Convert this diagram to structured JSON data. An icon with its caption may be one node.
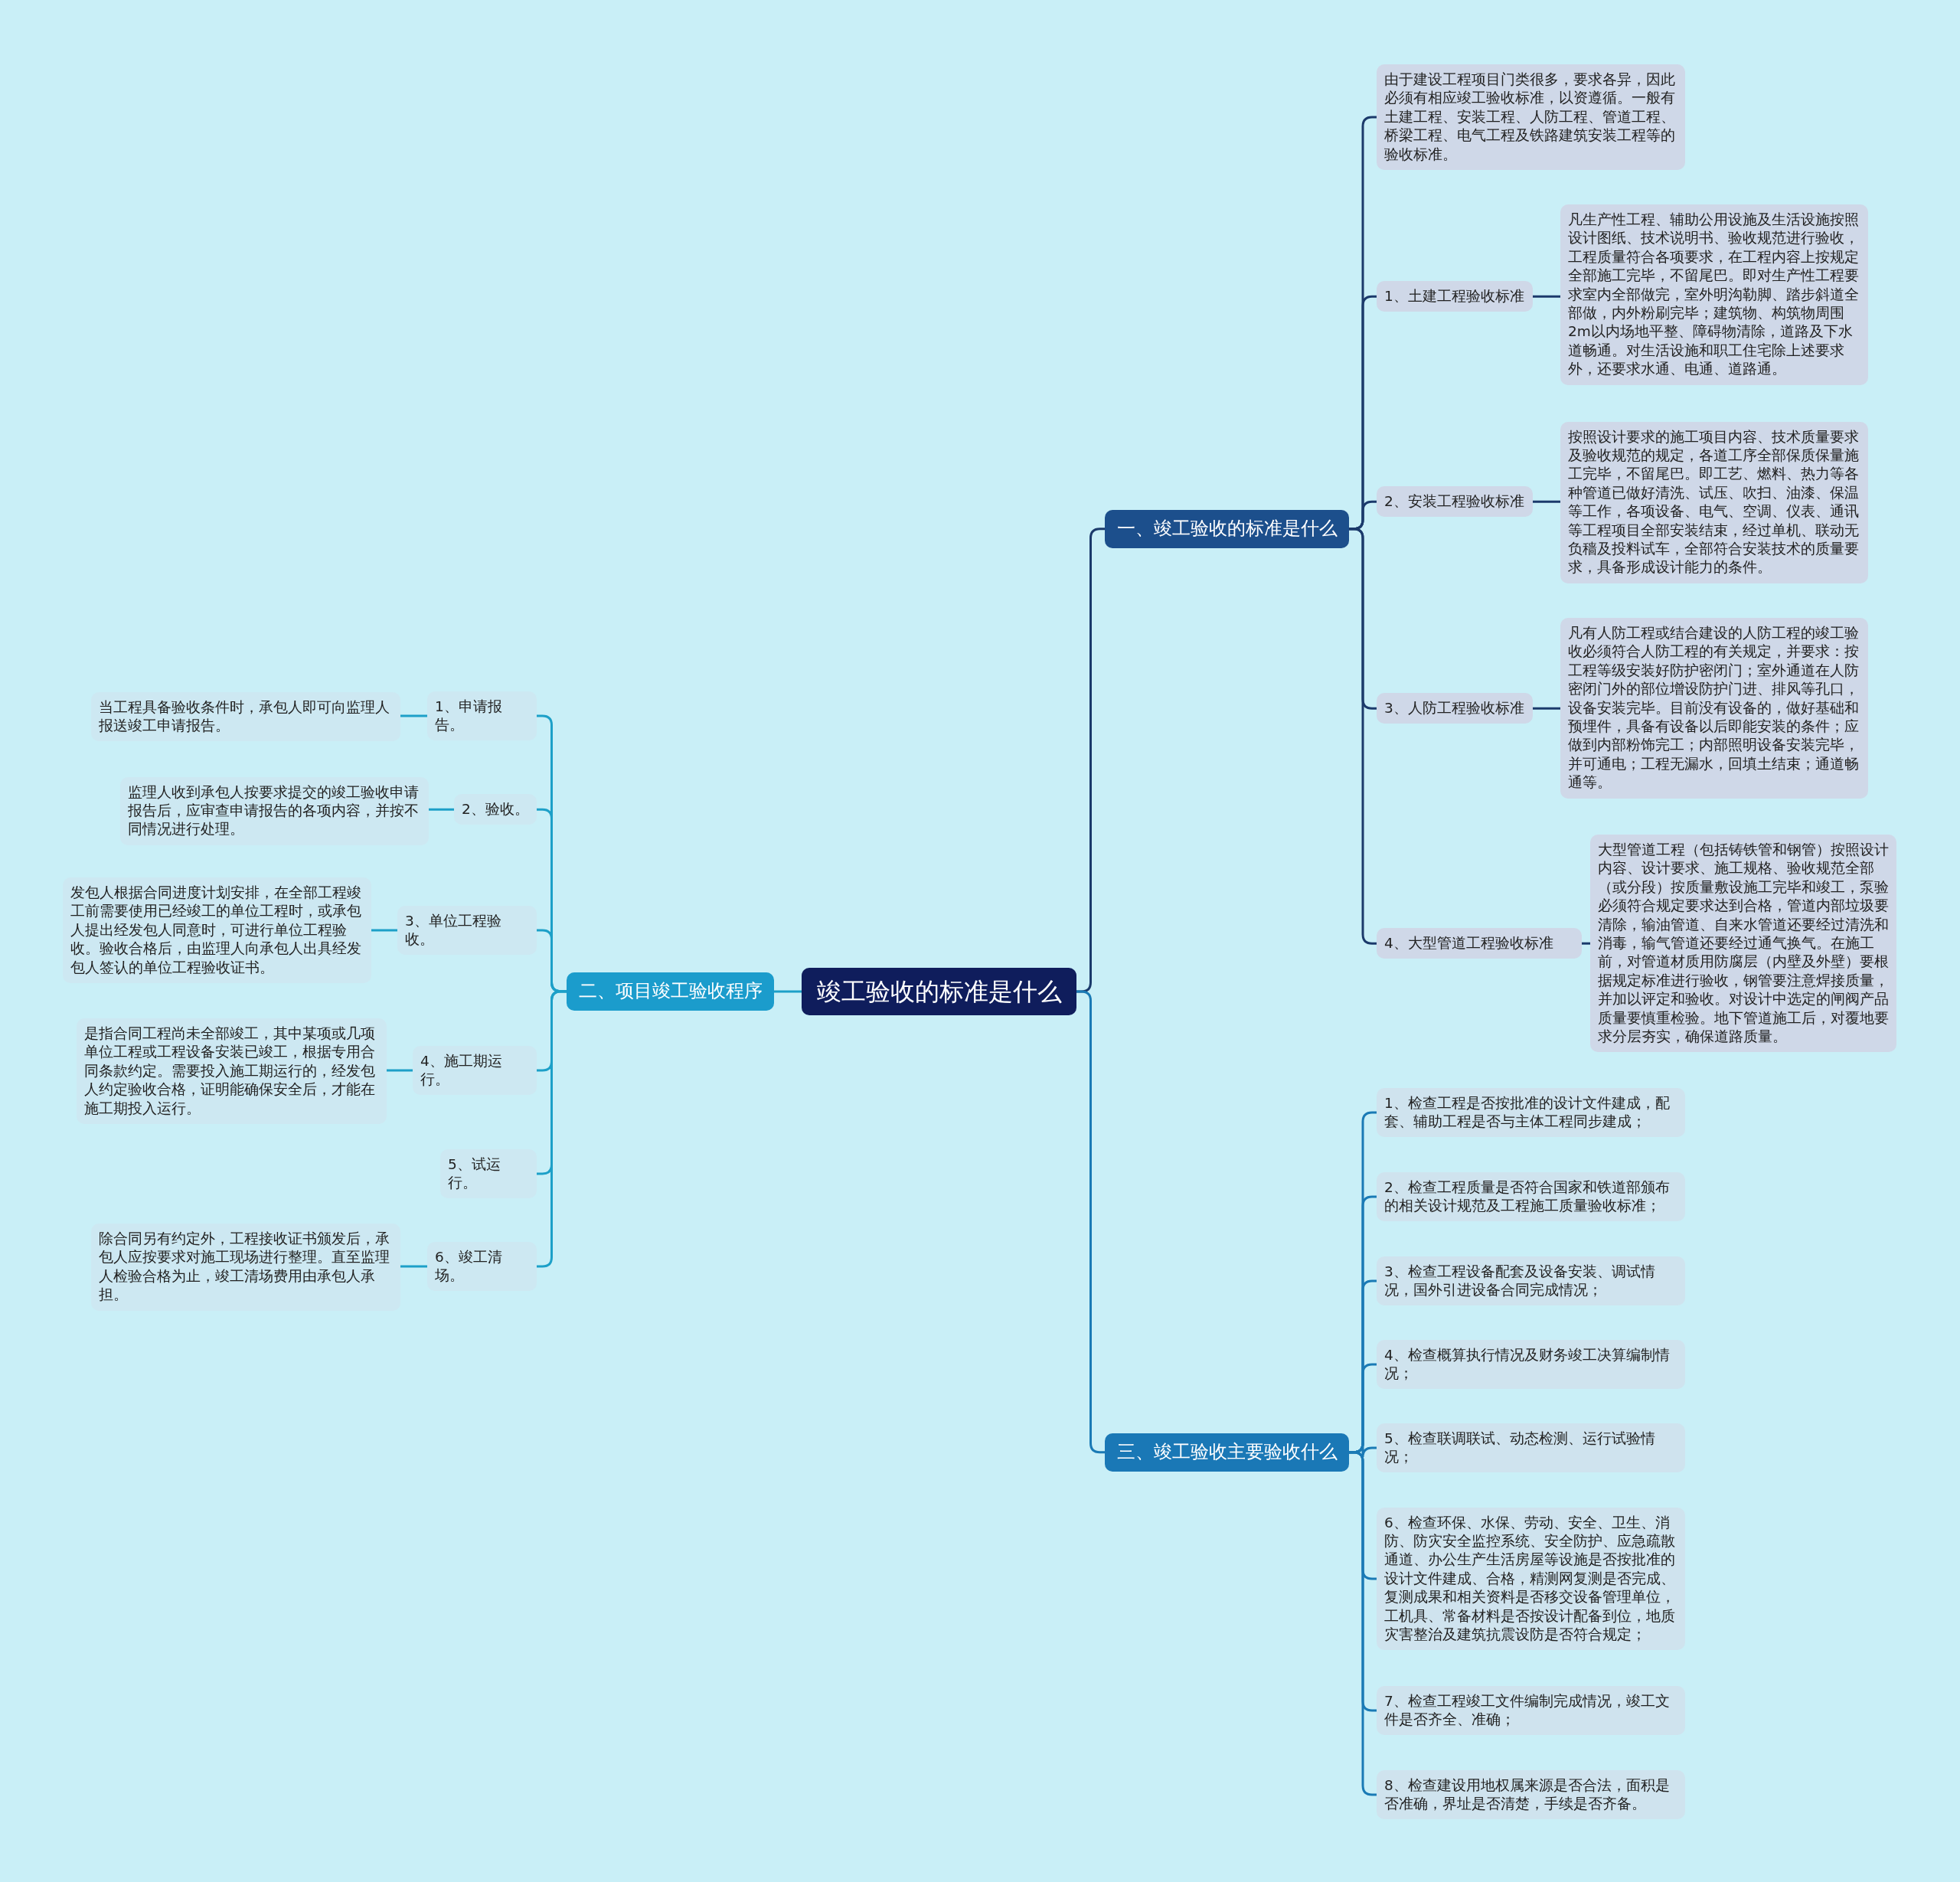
{
  "diagram": {
    "nodes": [
      {
        "text": [
          "竣工验收的标准是什么"
        ]
      },
      {
        "text": [
          "一、竣工验收的标准是什么"
        ]
      },
      {
        "text": [
          "由于建设工程项目门类很多，要求各异，因此必须有相应竣工验收标准，以资遵循。一般有土建工程、安装工程、人防工程、管道工程、桥梁工程、电气工程及铁路建筑安装工程等的验收标准。"
        ]
      },
      {
        "text": [
          "1、土建工程验收标准"
        ]
      },
      {
        "text": [
          "凡生产性工程、辅助公用设施及生活设施按照设计图纸、技术说明书、验收规范进行验收，工程质量符合各项要求，在工程内容上按规定全部施工完毕，不留尾巴。即对生产性工程要求室内全部做完，室外明沟勒脚、踏步斜道全部做，内外粉刷完毕；建筑物、构筑物周围2m以内场地平整、障碍物清除，道路及下水道畅通。对生活设施和职工住宅除上述要求外，还要求水通、电通、道路通。"
        ]
      },
      {
        "text": [
          "2、安装工程验收标准"
        ]
      },
      {
        "text": [
          "按照设计要求的施工项目内容、技术质量要求及验收规范的规定，各道工序全部保质保量施工完毕，不留尾巴。即工艺、燃料、热力等各种管道已做好清洗、试压、吹扫、油漆、保温等工作，各项设备、电气、空调、仪表、通讯等工程项目全部安装结束，经过单机、联动无负穑及投料试车，全部符合安装技术的质量要求，具备形成设计能力的条件。"
        ]
      },
      {
        "text": [
          "3、人防工程验收标准"
        ]
      },
      {
        "text": [
          "凡有人防工程或结合建设的人防工程的竣工验收必须符合人防工程的有关规定，并要求：按工程等级安装好防护密闭门；室外通道在人防密闭门外的部位增设防护门进、排风等孔口，设备安装完毕。目前没有设备的，做好基础和预埋件，具备有设备以后即能安装的条件；应做到内部粉饰完工；内部照明设备安装完毕，并可通电；工程无漏水，回填土结束；通道畅通等。"
        ]
      },
      {
        "text": [
          "4、大型管道工程验收标准"
        ]
      },
      {
        "text": [
          "大型管道工程（包括铸铁管和钢管）按照设计内容、设计要求、施工规格、验收规范全部（或分段）按质量敷设施工完毕和竣工，泵验必须符合规定要求达到合格，管道内部垃圾要清除，输油管道、自来水管道还要经过清洗和消毒，输气管道还要经过通气换气。在施工前，对管道材质用防腐层（内壁及外壁）要根据规定标准进行验收，钢管要注意焊接质量，并加以评定和验收。对设计中选定的闸阀产品质量要慎重检验。地下管道施工后，对覆地要求分层夯实，确保道路质量。"
        ]
      },
      {
        "text": [
          "二、项目竣工验收程序"
        ]
      },
      {
        "text": [
          "1、申请报告。"
        ]
      },
      {
        "text": [
          "当工程具备验收条件时，承包人即可向监理人报送竣工申请报告。"
        ]
      },
      {
        "text": [
          "2、验收。"
        ]
      },
      {
        "text": [
          "监理人收到承包人按要求提交的竣工验收申请报告后，应审查申请报告的各项内容，并按不同情况进行处理。"
        ]
      },
      {
        "text": [
          "3、单位工程验收。"
        ]
      },
      {
        "text": [
          "发包人根据合同进度计划安排，在全部工程竣工前需要使用已经竣工的单位工程时，或承包人提出经发包人同意时，可进行单位工程验收。验收合格后，由监理人向承包人出具经发包人签认的单位工程验收证书。"
        ]
      },
      {
        "text": [
          "4、施工期运行。"
        ]
      },
      {
        "text": [
          "是指合同工程尚未全部竣工，其中某项或几项单位工程或工程设备安装已竣工，根据专用合同条款约定。需要投入施工期运行的，经发包人约定验收合格，证明能确保安全后，才能在施工期投入运行。"
        ]
      },
      {
        "text": [
          "5、试运行。"
        ]
      },
      {
        "text": [
          "6、竣工清场。"
        ]
      },
      {
        "text": [
          "除合同另有约定外，工程接收证书颁发后，承包人应按要求对施工现场进行整理。直至监理人检验合格为止，竣工清场费用由承包人承担。"
        ]
      },
      {
        "text": [
          "三、竣工验收主要验收什么"
        ]
      },
      {
        "text": [
          "1、检查工程是否按批准的设计文件建成，配套、辅助工程是否与主体工程同步建成；"
        ]
      },
      {
        "text": [
          "2、检查工程质量是否符合国家和铁道部颁布的相关设计规范及工程施工质量验收标准；"
        ]
      },
      {
        "text": [
          "3、检查工程设备配套及设备安装、调试情况，国外引进设备合同完成情况；"
        ]
      },
      {
        "text": [
          "4、检查概算执行情况及财务竣工决算编制情况；"
        ]
      },
      {
        "text": [
          "5、检查联调联试、动态检测、运行试验情况；"
        ]
      },
      {
        "text": [
          "6、检查环保、水保、劳动、安全、卫生、消防、防灾安全监控系统、安全防护、应急疏散通道、办公生产生活房屋等设施是否按批准的设计文件建成、合格，精测网复测是否完成、复测成果和相关资料是否移交设备管理单位，工机具、常备材料是否按设计配备到位，地质灾害整治及建筑抗震设防是否符合规定；"
        ]
      },
      {
        "text": [
          "7、检查工程竣工文件编制完成情况，竣工文件是否齐全、准确；"
        ]
      },
      {
        "text": [
          "8、检查建设用地权属来源是否合法，面积是否准确，界址是否清楚，手续是否齐备。"
        ]
      }
    ],
    "edges": [
      {
        "from": 0,
        "to": 1,
        "arrow": "none",
        "color": "#1b3a6b"
      },
      {
        "from": 1,
        "to": 2,
        "arrow": "none",
        "color": "#1b3a6b"
      },
      {
        "from": 1,
        "to": 3,
        "arrow": "none",
        "color": "#1b3a6b"
      },
      {
        "from": 3,
        "to": 4,
        "arrow": "none",
        "color": "#1b3a6b"
      },
      {
        "from": 1,
        "to": 5,
        "arrow": "none",
        "color": "#1b3a6b"
      },
      {
        "from": 5,
        "to": 6,
        "arrow": "none",
        "color": "#1b3a6b"
      },
      {
        "from": 1,
        "to": 7,
        "arrow": "none",
        "color": "#1b3a6b"
      },
      {
        "from": 7,
        "to": 8,
        "arrow": "none",
        "color": "#1b3a6b"
      },
      {
        "from": 1,
        "to": 9,
        "arrow": "none",
        "color": "#1b3a6b"
      },
      {
        "from": 9,
        "to": 10,
        "arrow": "none",
        "color": "#1b3a6b"
      },
      {
        "from": 0,
        "to": 11,
        "arrow": "none"
      },
      {
        "from": 11,
        "to": 12,
        "arrow": "none"
      },
      {
        "from": 12,
        "to": 13,
        "arrow": "none"
      },
      {
        "from": 11,
        "to": 14,
        "arrow": "none"
      },
      {
        "from": 14,
        "to": 15,
        "arrow": "none"
      },
      {
        "from": 11,
        "to": 16,
        "arrow": "none"
      },
      {
        "from": 16,
        "to": 17,
        "arrow": "none"
      },
      {
        "from": 11,
        "to": 18,
        "arrow": "none"
      },
      {
        "from": 18,
        "to": 19,
        "arrow": "none"
      },
      {
        "from": 11,
        "to": 20,
        "arrow": "none"
      },
      {
        "from": 11,
        "to": 21,
        "arrow": "none"
      },
      {
        "from": 21,
        "to": 22,
        "arrow": "none"
      },
      {
        "from": 0,
        "to": 23,
        "arrow": "none",
        "color": "#1a7ab5"
      },
      {
        "from": 23,
        "to": 24,
        "arrow": "none",
        "color": "#1a7ab5"
      },
      {
        "from": 23,
        "to": 25,
        "arrow": "none",
        "color": "#1a7ab5"
      },
      {
        "from": 23,
        "to": 26,
        "arrow": "none",
        "color": "#1a7ab5"
      },
      {
        "from": 23,
        "to": 27,
        "arrow": "none",
        "color": "#1a7ab5"
      },
      {
        "from": 23,
        "to": 28,
        "arrow": "none",
        "color": "#1a7ab5"
      },
      {
        "from": 23,
        "to": 29,
        "arrow": "none",
        "color": "#1a7ab5"
      },
      {
        "from": 23,
        "to": 30,
        "arrow": "none",
        "color": "#1a7ab5"
      },
      {
        "from": 23,
        "to": 31,
        "arrow": "none",
        "color": "#1a7ab5"
      }
    ]
  }
}
